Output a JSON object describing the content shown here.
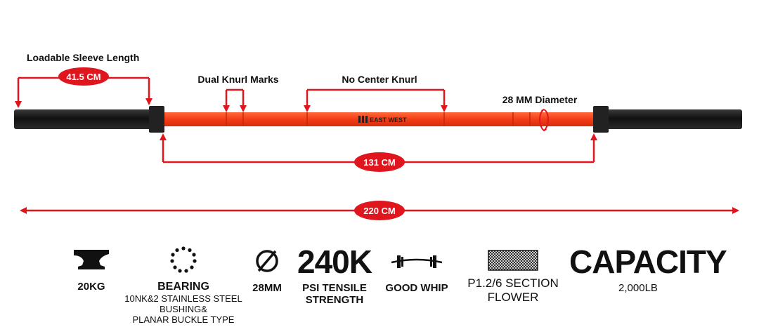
{
  "colors": {
    "accent_red": "#e0161f",
    "bar_orange": "#f43d16",
    "sleeve_black": "#1a1a1a"
  },
  "callouts": {
    "sleeve_title": "Loadable Sleeve Length",
    "sleeve_value": "41.5 CM",
    "dual_knurl": "Dual Knurl Marks",
    "center_knurl": "No Center Knurl",
    "diameter": "28 MM Diameter",
    "shaft_length": "131 CM",
    "total_length": "220 CM"
  },
  "bar": {
    "brand": "EAST WEST"
  },
  "specs": [
    {
      "icon": "anvil-icon",
      "title": "20KG"
    },
    {
      "icon": "bearing-icon",
      "title": "BEARING",
      "sub": [
        "10NK&2 STAINLESS STEEL",
        "BUSHING&",
        "PLANAR BUCKLE TYPE"
      ]
    },
    {
      "icon": "diameter-icon",
      "title": "28MM"
    },
    {
      "big": "240K",
      "title": "PSI TENSILE",
      "title2": "STRENGTH"
    },
    {
      "icon": "whip-bar-icon",
      "title": "GOOD WHIP"
    },
    {
      "icon": "knurl-pattern-icon",
      "title": "P1.2/6 SECTION",
      "title2": "FLOWER"
    },
    {
      "big": "CAPACITY",
      "title": "2,000LB"
    }
  ]
}
